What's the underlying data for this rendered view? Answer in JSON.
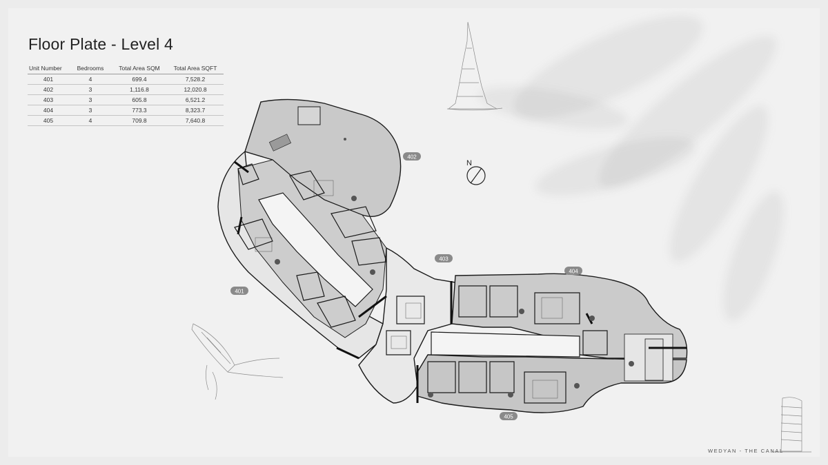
{
  "title": "Floor Plate - Level 4",
  "table": {
    "headers": [
      "Unit Number",
      "Bedrooms",
      "Total Area SQM",
      "Total Area SQFT"
    ],
    "rows": [
      [
        "401",
        "4",
        "699.4",
        "7,528.2"
      ],
      [
        "402",
        "3",
        "1,116.8",
        "12,020.8"
      ],
      [
        "403",
        "3",
        "605.8",
        "6,521.2"
      ],
      [
        "404",
        "3",
        "773.3",
        "8,323.7"
      ],
      [
        "405",
        "4",
        "709.8",
        "7,640.8"
      ]
    ]
  },
  "unit_tags": {
    "u401": "401",
    "u402": "402",
    "u403": "403",
    "u404": "404",
    "u405": "405"
  },
  "compass_letter": "N",
  "footer": "WEDYAN - THE CANAL",
  "colors": {
    "background": "#f1f1f1",
    "unit_fill_dark": "#c9c9c9",
    "unit_fill_light": "#e9e9e9",
    "wall": "#1a1a1a",
    "tag": "#8a8a8a"
  }
}
